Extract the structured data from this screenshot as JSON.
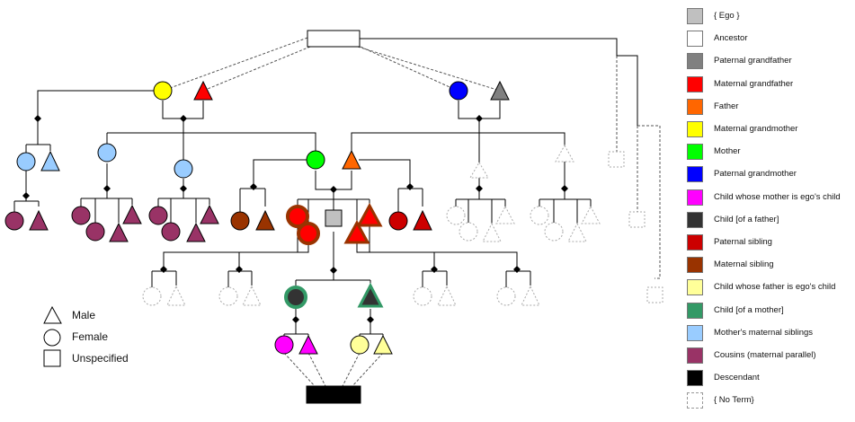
{
  "shape_key": [
    {
      "shape": "triangle",
      "label": "Male"
    },
    {
      "shape": "circle",
      "label": "Female"
    },
    {
      "shape": "square",
      "label": "Unspecified"
    }
  ],
  "legend": [
    {
      "label": "{ Ego }",
      "color": "#c0c0c0",
      "dashed": false
    },
    {
      "label": "Ancestor",
      "color": "#ffffff",
      "dashed": false
    },
    {
      "label": "Paternal grandfather",
      "color": "#808080",
      "dashed": false
    },
    {
      "label": "Maternal grandfather",
      "color": "#ff0000",
      "dashed": false
    },
    {
      "label": "Father",
      "color": "#ff6600",
      "dashed": false
    },
    {
      "label": "Maternal grandmother",
      "color": "#ffff00",
      "dashed": false
    },
    {
      "label": "Mother",
      "color": "#00ff00",
      "dashed": false
    },
    {
      "label": "Paternal grandmother",
      "color": "#0000ff",
      "dashed": false
    },
    {
      "label": "Child whose mother is ego's child",
      "color": "#ff00ff",
      "dashed": false
    },
    {
      "label": "Child [of a father]",
      "color": "#333333",
      "dashed": false
    },
    {
      "label": "Paternal sibling",
      "color": "#cc0000",
      "dashed": false
    },
    {
      "label": "Maternal sibling",
      "color": "#993300",
      "dashed": false
    },
    {
      "label": "Child whose father is ego's child",
      "color": "#ffff99",
      "dashed": false
    },
    {
      "label": "Child [of a mother]",
      "color": "#339966",
      "dashed": false
    },
    {
      "label": "Mother's maternal siblings",
      "color": "#99ccff",
      "dashed": false
    },
    {
      "label": "Cousins (maternal parallel)",
      "color": "#993366",
      "dashed": false
    },
    {
      "label": "Descendant",
      "color": "#000000",
      "dashed": false
    },
    {
      "label": "{ No Term}",
      "color": "#ffffff",
      "dashed": true
    }
  ]
}
